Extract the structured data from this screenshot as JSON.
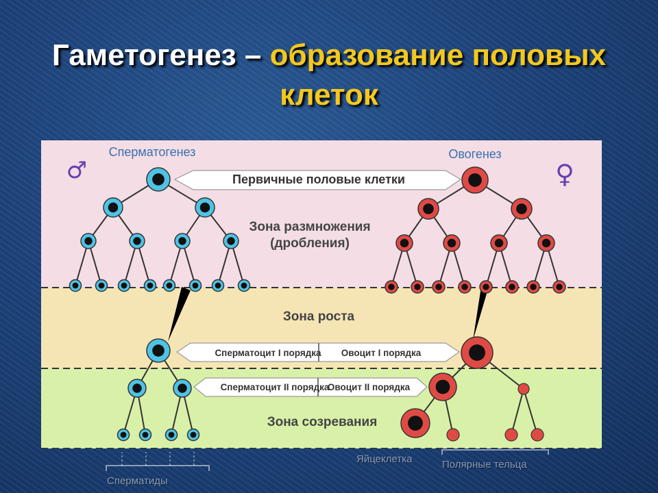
{
  "slide": {
    "title_main": "Гаметогенез –",
    "title_accent": "образование половых клеток"
  },
  "diagram": {
    "male_symbol": "♂",
    "female_symbol": "♀",
    "spermatogenesis_label": "Сперматогенез",
    "oogenesis_label": "Овогенез",
    "primary_cells_label": "Первичные половые клетки",
    "zone_reproduction_line1": "Зона размножения",
    "zone_reproduction_line2": "(дробления)",
    "zone_growth": "Зона роста",
    "zone_maturation": "Зона созревания",
    "spermatocyte_1": "Сперматоцит I порядка",
    "oocyte_1": "Овоцит I порядка",
    "spermatocyte_2": "Сперматоцит II порядка",
    "oocyte_2": "Овоцит II порядка",
    "spermatids": "Сперматиды",
    "egg_cell": "Яйцеклетка",
    "polar_bodies": "Полярные тельца",
    "colors": {
      "male_cell": "#4ec3e6",
      "female_cell": "#e04a45",
      "zone_reproduction": "#f4dde4",
      "zone_growth": "#f6e5b4",
      "zone_maturation": "#d9f0a8",
      "symbol": "#6a3fae"
    }
  }
}
